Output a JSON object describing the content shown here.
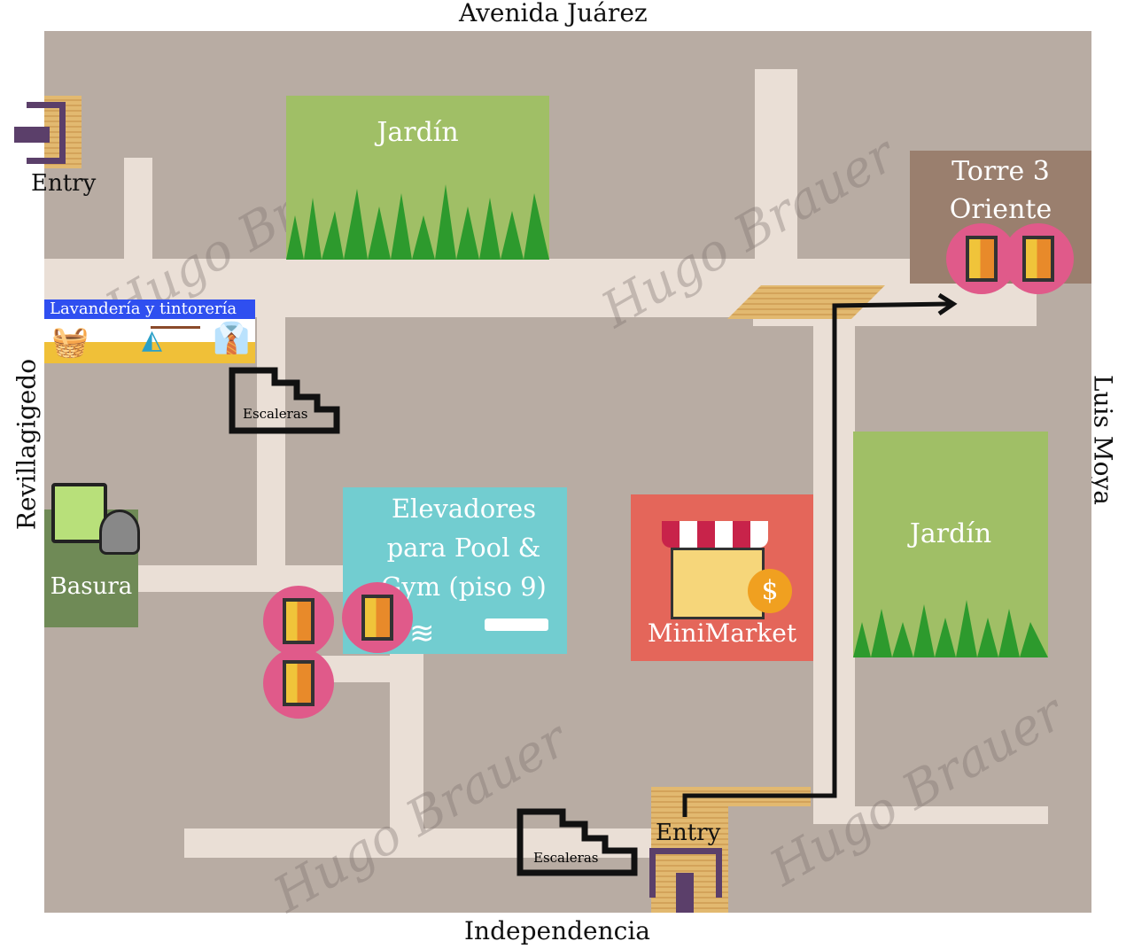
{
  "streets": {
    "north": "Avenida Juárez",
    "south": "Independencia",
    "west": "Revillagigedo",
    "east": "Luis Moya"
  },
  "areas": {
    "garden_top": "Jardín",
    "garden_right": "Jardín",
    "tower": "Torre 3 Oriente",
    "laundry": "Lavandería y tintorería",
    "trash": "Basura",
    "elevators": "Elevadores para Pool & Gym (piso 9)",
    "minimarket": "MiniMarket"
  },
  "stairs_label": "Escaleras",
  "entry_label": "Entry",
  "watermark": "Hugo Brauer",
  "colors": {
    "ground": "#b8aca3",
    "path": "#eadfd6",
    "garden": "#a0bf66",
    "tower": "#9a7f6e",
    "elevators": "#72cdd0",
    "minimarket": "#e4665a",
    "trash": "#6f8a56",
    "laundry": "#2f4ff0",
    "entry": "#5b3f6a"
  }
}
